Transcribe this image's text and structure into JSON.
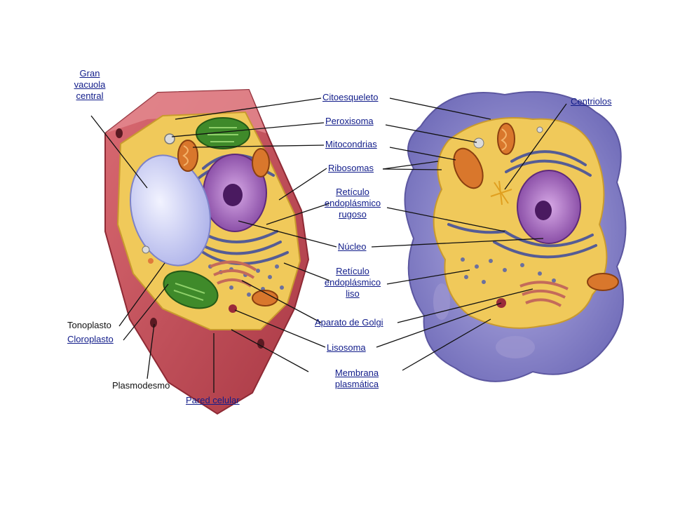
{
  "labels": {
    "gran_vacuola": [
      "Gran",
      "vacuola",
      "central"
    ],
    "citoesqueleto": "Citoesqueleto",
    "centriolos": "Centriolos",
    "peroxisoma": "Peroxisoma",
    "mitocondrias": "Mitocondrias",
    "ribosomas": "Ribosomas",
    "rer": [
      "Retículo",
      "endoplásmico",
      "rugoso"
    ],
    "nucleo": "Núcleo",
    "rel": [
      "Retículo",
      "endoplásmico",
      "liso"
    ],
    "golgi": "Aparato de Golgi",
    "lisosoma": "Lisosoma",
    "membrana": [
      "Membrana",
      "plasmática"
    ],
    "tonoplasto": "Tonoplasto",
    "cloroplasto": "Cloroplasto",
    "plasmodesmo": "Plasmodesmo",
    "pared_celular": "Pared celular"
  },
  "colors": {
    "label_text": "#111c8a",
    "plain_text": "#111111",
    "cell_wall": "#c9525c",
    "cytoplasm": "#f0c95a",
    "vacuole": "#c9cdf5",
    "nucleus": "#9a5bb5",
    "chloroplast": "#3f8a2a",
    "mitochondria": "#d9772c",
    "animal_membrane": "#8a85c7",
    "er": "#3a4aa0"
  }
}
